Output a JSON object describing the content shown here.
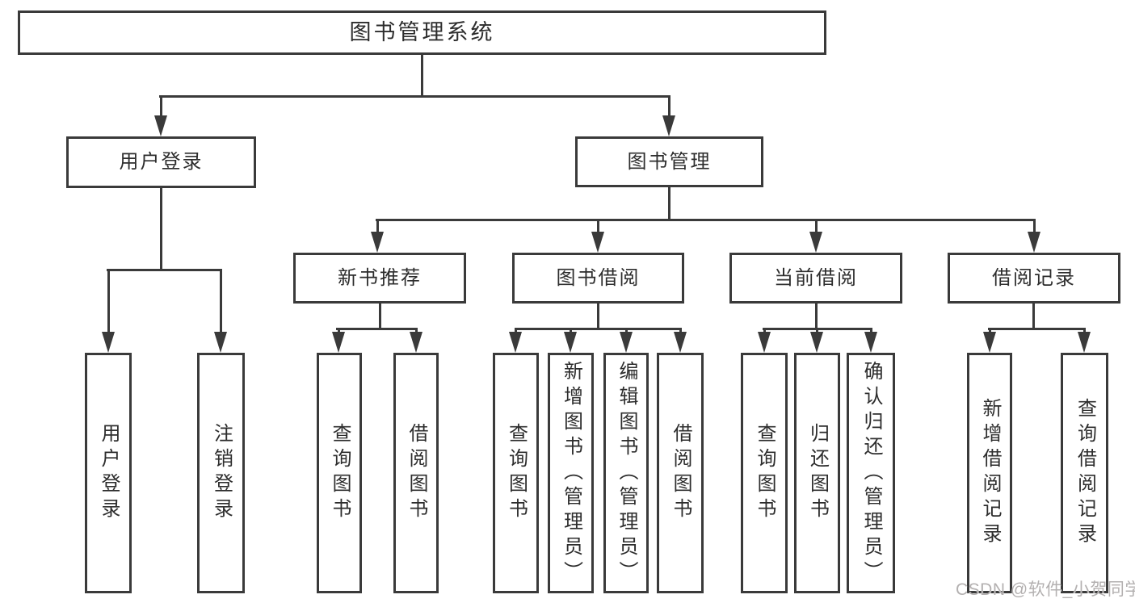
{
  "diagram": {
    "root": {
      "label": "图书管理系统"
    },
    "level2": [
      {
        "label": "用户登录"
      },
      {
        "label": "图书管理"
      }
    ],
    "level3": [
      {
        "label": "新书推荐"
      },
      {
        "label": "图书借阅"
      },
      {
        "label": "当前借阅"
      },
      {
        "label": "借阅记录"
      }
    ],
    "leaves": [
      {
        "label": "用户登录"
      },
      {
        "label": "注销登录"
      },
      {
        "label": "查询图书"
      },
      {
        "label": "借阅图书"
      },
      {
        "label": "查询图书"
      },
      {
        "label": "新增图书（管理员）"
      },
      {
        "label": "编辑图书（管理员）"
      },
      {
        "label": "借阅图书"
      },
      {
        "label": "查询图书"
      },
      {
        "label": "归还图书"
      },
      {
        "label": "确认归还（管理员）"
      },
      {
        "label": "新增借阅记录"
      },
      {
        "label": "查询借阅记录"
      }
    ]
  },
  "watermark": {
    "text": "CSDN @软件_小贺同学"
  },
  "colors": {
    "line": "#3a3a3a",
    "text": "#2d2d2d",
    "watermark": "#b3b0b0",
    "background": "#ffffff"
  }
}
